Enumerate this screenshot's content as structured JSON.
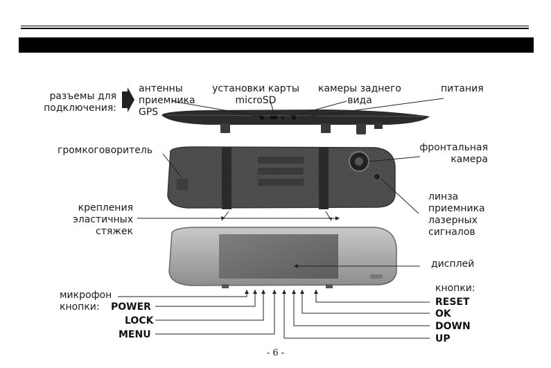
{
  "labels": {
    "connectors": [
      "разъемы для",
      "подключения:"
    ],
    "antenna": [
      "антенны",
      "приемника",
      "GPS"
    ],
    "card": [
      "установки карты",
      "microSD"
    ],
    "rear_cam": [
      "камеры заднего",
      "вида"
    ],
    "power": "питания",
    "speaker": "громкоговоритель",
    "front_cam": [
      "фронтальная",
      "камера"
    ],
    "laser": [
      "линза",
      "приемника",
      "лазерных",
      "сигналов"
    ],
    "straps": [
      "крепления",
      "эластичных",
      "стяжек"
    ],
    "display": "дисплей",
    "microphone": "микрофон",
    "buttons_left": "кнопки:",
    "buttons_right": "кнопки:"
  },
  "buttons": {
    "power": "POWER",
    "lock": "LOCK",
    "menu": "MENU",
    "reset": "RESET",
    "ok": "OK",
    "down": "DOWN",
    "up": "UP"
  },
  "page_number": "- 6 -"
}
